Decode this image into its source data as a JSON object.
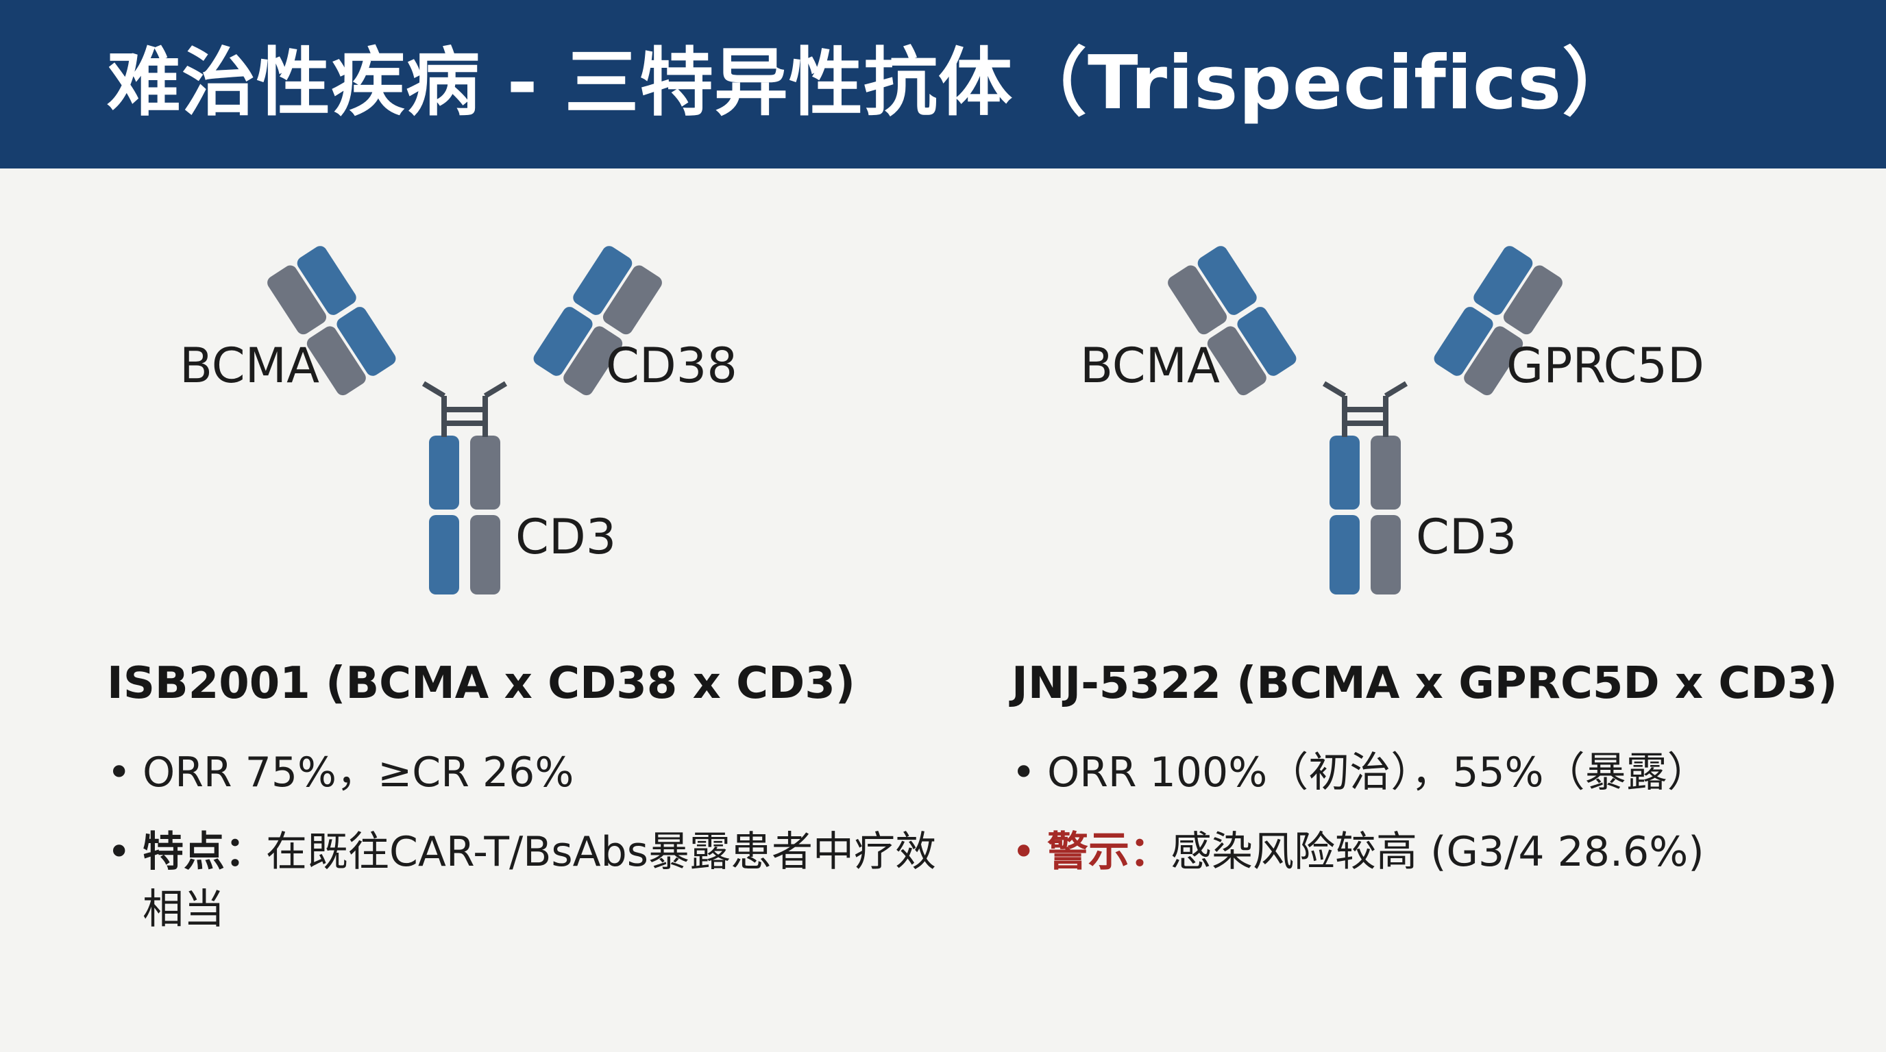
{
  "header": {
    "title": "难治性疾病 - 三特异性抗体（Trispecifics）",
    "background_color": "#173e6e"
  },
  "colors": {
    "domain_blue": "#3b6fa0",
    "domain_gray": "#6e7480",
    "hinge": "#444b54",
    "warning": "#a52a26"
  },
  "panels": [
    {
      "antibody": {
        "left_arm_label": "BCMA",
        "right_arm_label": "CD38",
        "stem_label": "CD3"
      },
      "drug_name": "ISB2001 (BCMA x CD38 x CD3)",
      "bullets": [
        {
          "dot": "•",
          "key": "",
          "text": "ORR 75%，≥CR 26%",
          "style": "normal"
        },
        {
          "dot": "•",
          "key": "特点：",
          "text": "在既往CAR-T/BsAbs暴露患者中疗效相当",
          "style": "highlight"
        }
      ]
    },
    {
      "antibody": {
        "left_arm_label": "BCMA",
        "right_arm_label": "GPRC5D",
        "stem_label": "CD3"
      },
      "drug_name": "JNJ-5322 (BCMA x GPRC5D x CD3)",
      "bullets": [
        {
          "dot": "•",
          "key": "",
          "text": "ORR 100%（初治），55%（暴露）",
          "style": "normal"
        },
        {
          "dot": "•",
          "key": "警示：",
          "text": "感染风险较高 (G3/4 28.6%)",
          "style": "warn"
        }
      ]
    }
  ]
}
